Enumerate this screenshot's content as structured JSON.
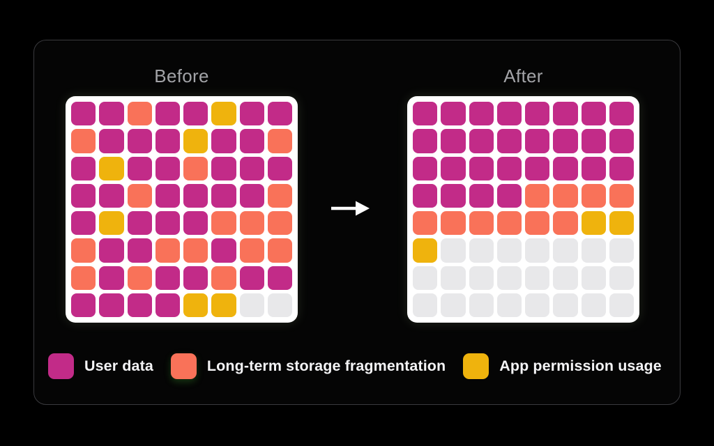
{
  "colors": {
    "user_data": "#c22b88",
    "fragmentation": "#f97259",
    "permission": "#efb30d",
    "empty": "#e8e8ea",
    "grid_bg": "#ffffff",
    "panel_bg": "#050505",
    "panel_border": "#3a3a3e",
    "title_text": "#a2a3a7",
    "legend_text": "#f4f4f6",
    "arrow": "#ffffff",
    "page_bg": "#000000"
  },
  "grids": {
    "cell_codes": {
      "M": "user_data",
      "O": "fragmentation",
      "Y": "permission",
      "E": "empty"
    },
    "before": {
      "title": "Before",
      "rows": [
        "MMOMMYMM",
        "OMMMYMMO",
        "MYMMOMMM",
        "MMOMMMMO",
        "MYMMMOOO",
        "OMMOOMOO",
        "OMOMMOMM",
        "MMMMYYEE"
      ]
    },
    "after": {
      "title": "After",
      "rows": [
        "MMMMMMMM",
        "MMMMMMMM",
        "MMMMMMMM",
        "MMMMOOOO",
        "OOOOOOYY",
        "YEEEEEEE",
        "EEEEEEEE",
        "EEEEEEEE"
      ]
    }
  },
  "legend": {
    "items": [
      {
        "label": "User data",
        "color_key": "user_data"
      },
      {
        "label": "Long-term storage fragmentation",
        "color_key": "fragmentation"
      },
      {
        "label": "App permission usage",
        "color_key": "permission"
      }
    ]
  },
  "icons": {
    "arrow": "arrow-right-icon"
  }
}
